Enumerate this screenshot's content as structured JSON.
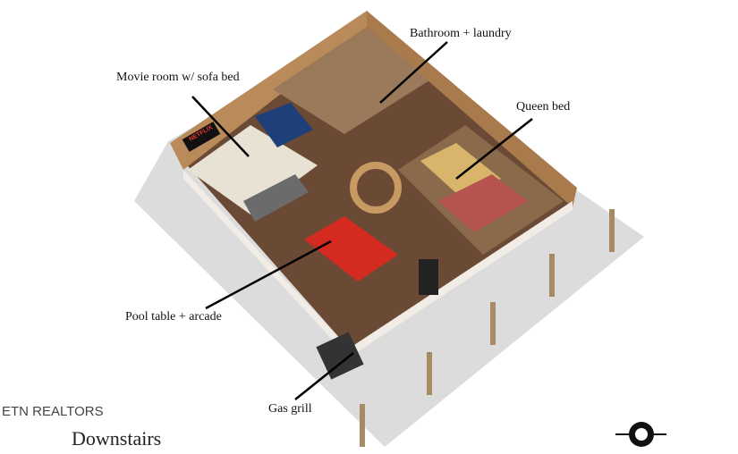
{
  "title": "Downstairs",
  "watermark": "ETN REALTORS",
  "labels": {
    "bathroom": "Bathroom + laundry",
    "movie": "Movie room w/ sofa bed",
    "queen": "Queen bed",
    "pool": "Pool table + arcade",
    "grill": "Gas grill"
  },
  "tv_brand": "NETFLIX",
  "colors": {
    "floor": "#6b4a35",
    "wall": "#b98a5a",
    "gravel": "#d9d9d9",
    "pool": "#d42a20",
    "sofa": "#1f3f7a"
  }
}
